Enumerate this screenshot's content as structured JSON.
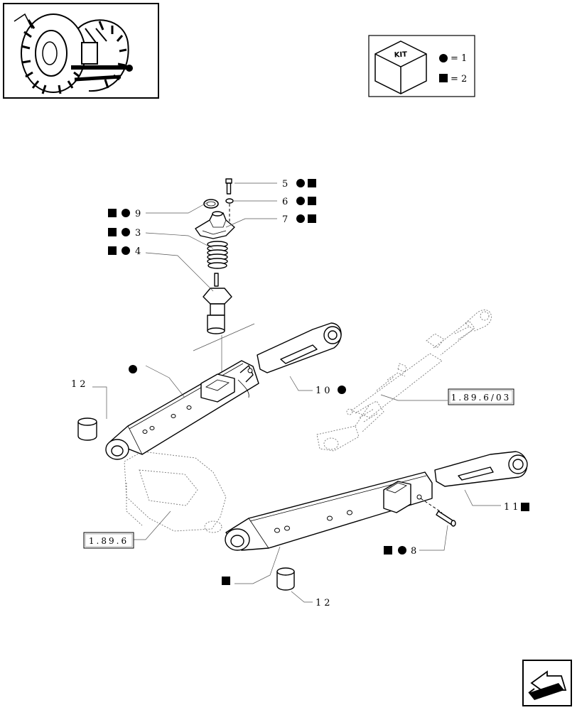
{
  "kit_legend": {
    "kit_label": "KIT",
    "rows": [
      {
        "symbol": "circle",
        "text": "= 1"
      },
      {
        "symbol": "square",
        "text": "= 2"
      }
    ]
  },
  "callouts": {
    "c5": "5",
    "c6": "6",
    "c7": "7",
    "c9": "9",
    "c3": "3",
    "c4": "4",
    "c10": "10",
    "c11": "11",
    "c8": "8",
    "c12a": "12",
    "c12b": "12"
  },
  "references": {
    "toplink_ref": "1.89.6/03",
    "bracket_ref": "1.89.6"
  },
  "icons": {
    "thumbnail": "tractor-rear-thumbnail-icon",
    "kit_box": "kit-box-icon",
    "next_page": "next-page-arrow-icon"
  }
}
